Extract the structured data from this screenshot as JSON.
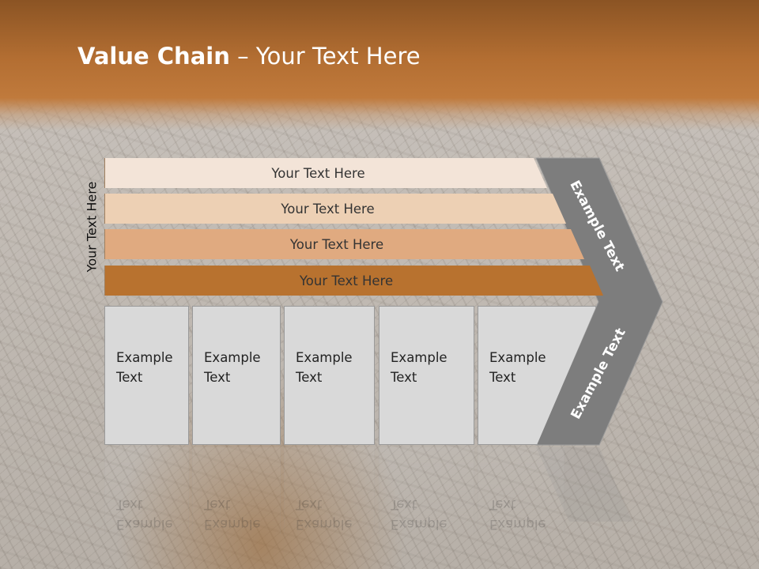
{
  "slide": {
    "title_bold": "Value Chain",
    "title_rest": " – Your Text Here",
    "side_label": "Your Text Here",
    "bars": [
      {
        "label": "Your Text Here",
        "color": "#f3e4d8"
      },
      {
        "label": "Your Text Here",
        "color": "#edd0b4"
      },
      {
        "label": "Your Text Here",
        "color": "#e0aa80"
      },
      {
        "label": "Your Text Here",
        "color": "#b8722f"
      }
    ],
    "boxes": [
      {
        "line1": "Example",
        "line2": "Text"
      },
      {
        "line1": "Example",
        "line2": "Text"
      },
      {
        "line1": "Example",
        "line2": "Text"
      },
      {
        "line1": "Example",
        "line2": "Text"
      },
      {
        "line1": "Example",
        "line2": "Text"
      }
    ],
    "chevron_top": "Example Text",
    "chevron_bottom": "Example Text"
  },
  "colors": {
    "header": "#b36e32",
    "chevron": "#7a7a7a",
    "box": "#d9d9d9"
  }
}
